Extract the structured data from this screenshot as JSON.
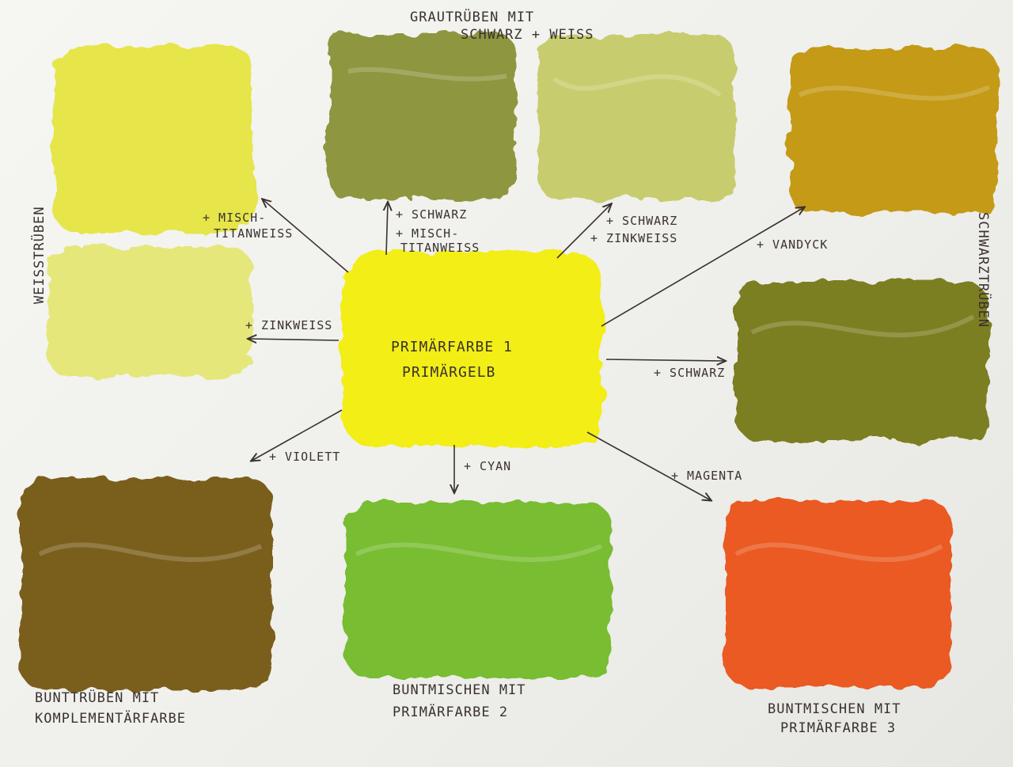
{
  "swatches": [
    {
      "name": "weisstrueben-top",
      "color": "#e6e54a"
    },
    {
      "name": "weisstrueben-bottom",
      "color": "#e5e77a"
    },
    {
      "name": "grautrueben-schwarz",
      "color": "#8f9640"
    },
    {
      "name": "grautrueben-schwarz-weiss",
      "color": "#c7cd6e"
    },
    {
      "name": "schwarztrueben-vandyck",
      "color": "#c49a18"
    },
    {
      "name": "schwarztrueben-schwarz",
      "color": "#7c7e22"
    },
    {
      "name": "primaergelb",
      "color": "#f2ee14"
    },
    {
      "name": "bunttrueben",
      "color": "#7a5e1c"
    },
    {
      "name": "buntmischen-cyan",
      "color": "#78bd33"
    },
    {
      "name": "buntmischen-magenta",
      "color": "#ea5a22"
    }
  ],
  "labels": {
    "grautrueben_line1": "GRAUTRÜBEN MIT",
    "grautrueben_line2": "SCHWARZ + WEISS",
    "weisstrueben": "WEISSTRÜBEN",
    "schwarztrueben": "SCHWARZTRÜBEN",
    "center_line1": "PRIMÄRFARBE 1",
    "center_line2": "PRIMÄRGELB",
    "arrow_mischtitan_1": "+ MISCH-",
    "arrow_mischtitan_2": "TITANWEISS",
    "arrow_schwarz_top": "+ SCHWARZ",
    "arrow_misch_1": "+ MISCH-",
    "arrow_misch_2": "TITANWEISS",
    "arrow_schwarz_zink_1": "+ SCHWARZ",
    "arrow_schwarz_zink_2": "+ ZINKWEISS",
    "arrow_vandyck": "+ VANDYCK",
    "arrow_zinkweiss": "+ ZINKWEISS",
    "arrow_schwarz_right": "+ SCHWARZ",
    "arrow_violett": "+ VIOLETT",
    "arrow_cyan": "+ CYAN",
    "arrow_magenta": "+ MAGENTA",
    "bottom_left_1": "BUNTTRÜBEN MIT",
    "bottom_left_2": "KOMPLEMENTÄRFARBE",
    "bottom_mid_1": "BUNTMISCHEN MIT",
    "bottom_mid_2": "PRIMÄRFARBE 2",
    "bottom_right_1": "BUNTMISCHEN MIT",
    "bottom_right_2": "PRIMÄRFARBE 3"
  }
}
